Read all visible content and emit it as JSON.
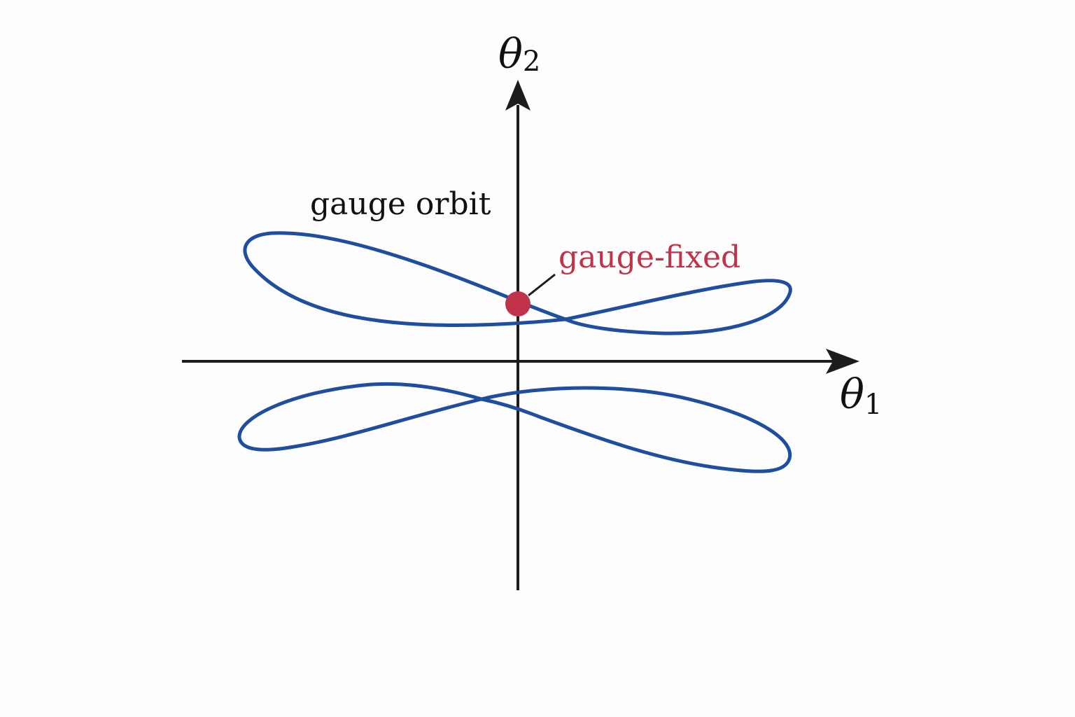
{
  "axes": {
    "x": {
      "symbol": "θ",
      "subscript": "1"
    },
    "y": {
      "symbol": "θ",
      "subscript": "2"
    }
  },
  "labels": {
    "orbit": "gauge orbit",
    "point": "gauge-fixed"
  },
  "colors": {
    "orbit": "#1f4e9e",
    "point": "#c0334a",
    "axes": "#1c1c1c",
    "background": "#fdfdfd"
  }
}
